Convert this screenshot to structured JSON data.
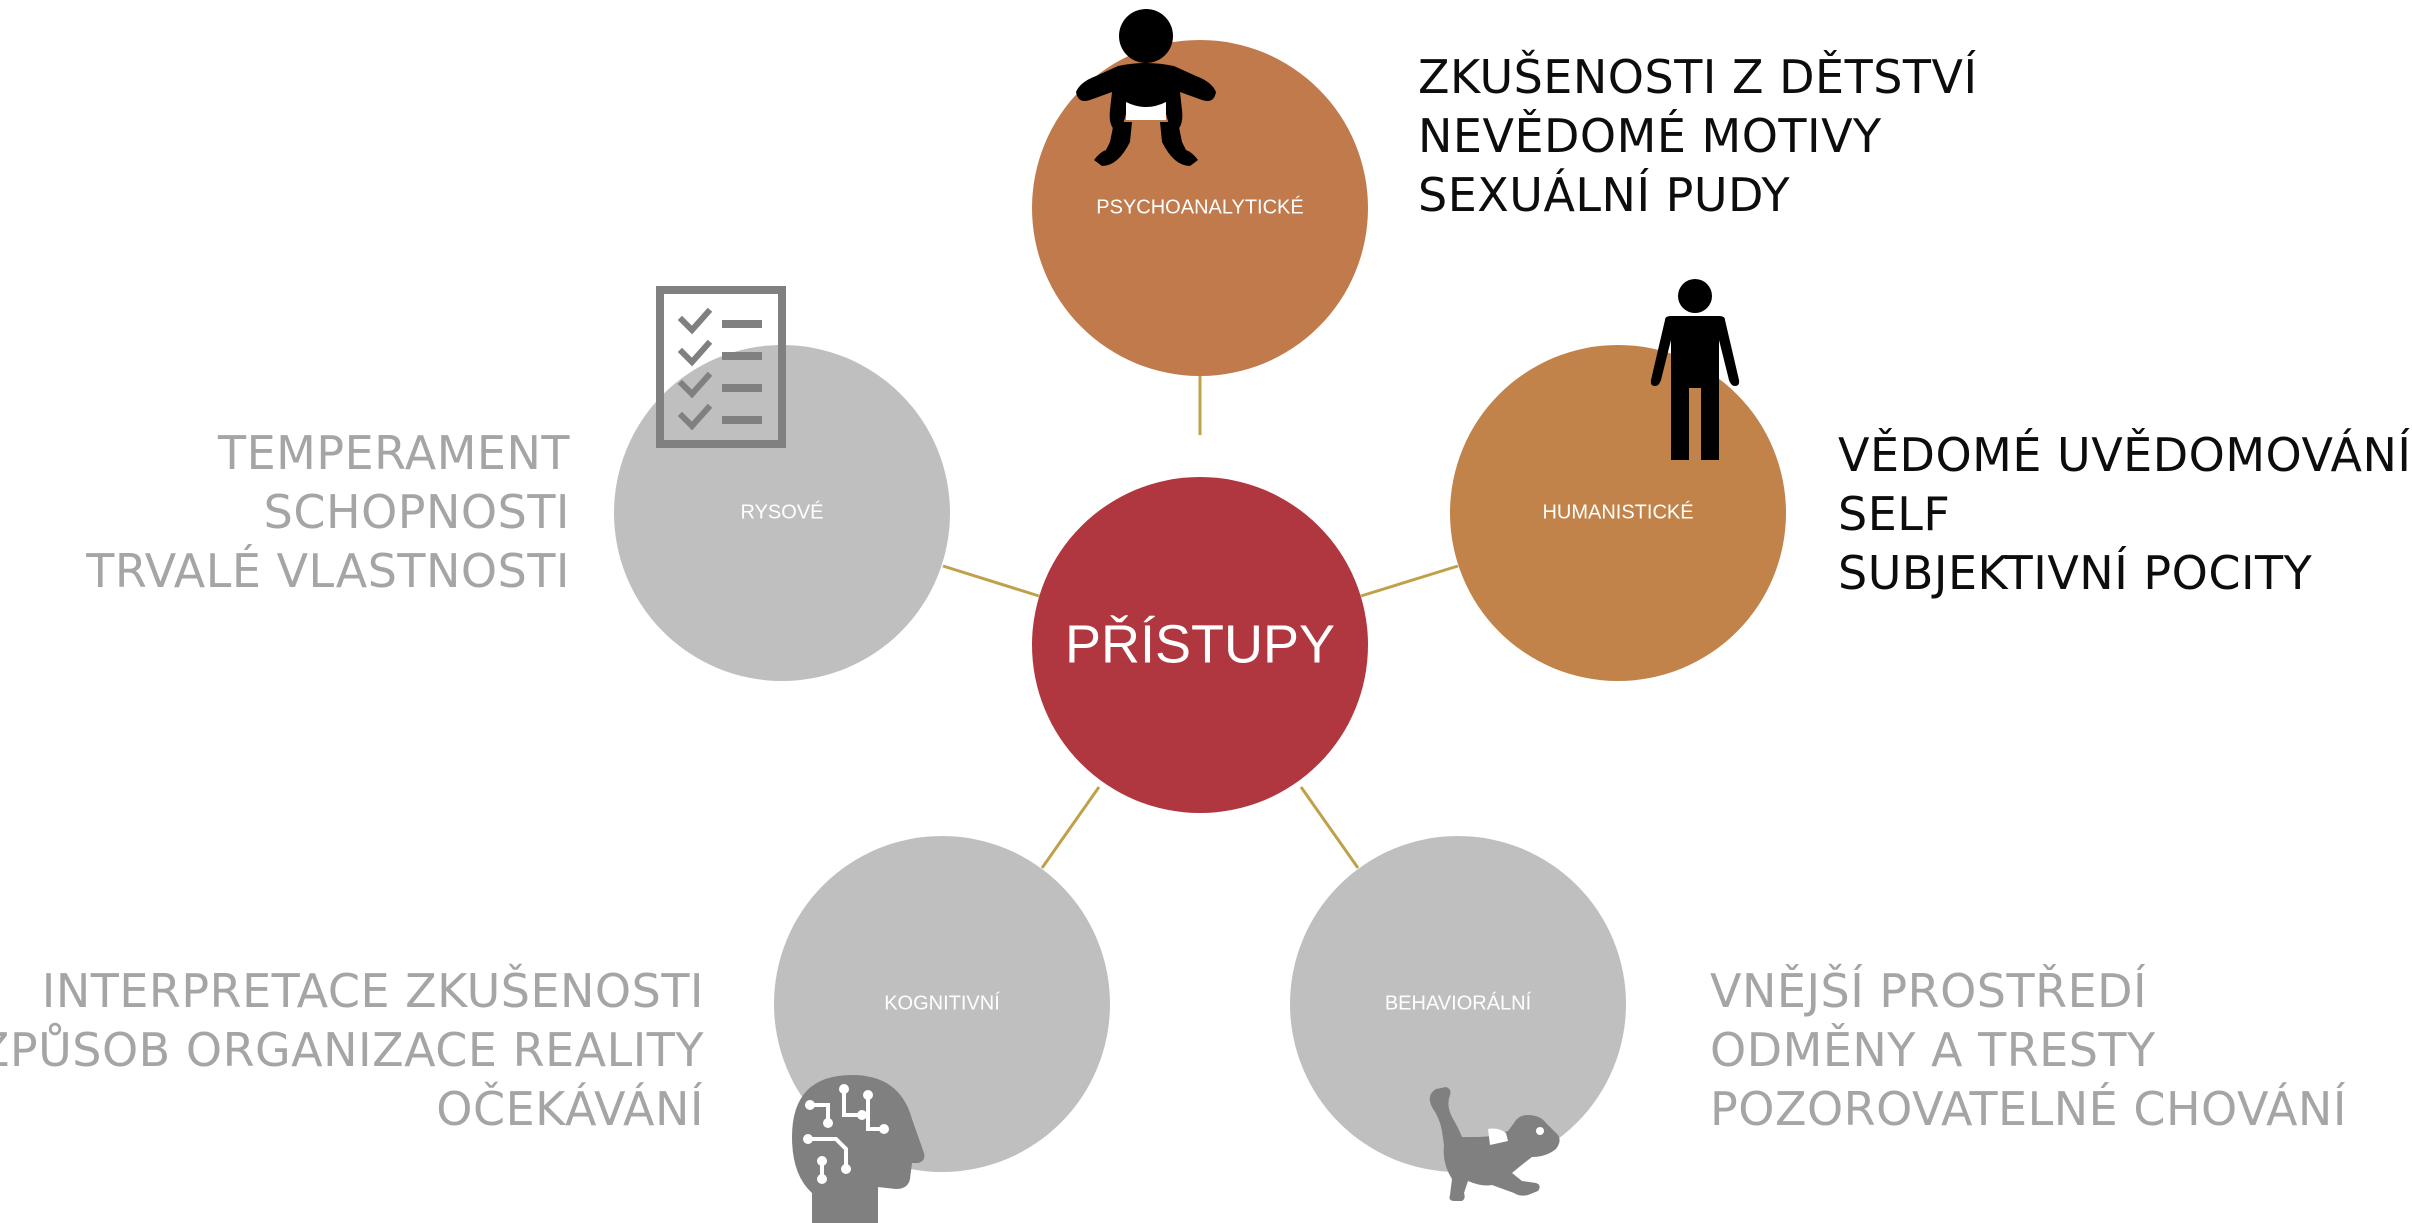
{
  "center": {
    "label": "PŘÍSTUPY",
    "color": "#b0373f"
  },
  "connector_color": "#bfa14a",
  "nodes": {
    "psychoanalytic": {
      "label": "PSYCHOANALYTICKÉ",
      "color": "#c17a4c",
      "icon": "baby-icon",
      "description": [
        "ZKUŠENOSTI Z DĚTSTVÍ",
        "NEVĚDOMÉ MOTIVY",
        "SEXUÁLNÍ PUDY"
      ]
    },
    "humanistic": {
      "label": "HUMANISTICKÉ",
      "color": "#c1834a",
      "icon": "person-icon",
      "description": [
        "VĚDOMÉ UVĚDOMOVÁNÍ",
        "SELF",
        "SUBJEKTIVNÍ POCITY"
      ]
    },
    "behavioral": {
      "label": "BEHAVIORÁLNÍ",
      "color": "#bfbfbf",
      "icon": "dog-icon",
      "description": [
        "VNĚJŠÍ PROSTŘEDÍ",
        "ODMĚNY A TRESTY",
        "POZOROVATELNÉ CHOVÁNÍ"
      ]
    },
    "cognitive": {
      "label": "KOGNITIVNÍ",
      "color": "#bfbfbf",
      "icon": "brain-circuit-icon",
      "description": [
        "INTERPRETACE ZKUŠENOSTI",
        "ZPŮSOB ORGANIZACE REALITY",
        "OČEKÁVÁNÍ"
      ]
    },
    "trait": {
      "label": "RYSOVÉ",
      "color": "#bfbfbf",
      "icon": "checklist-icon",
      "description": [
        "TEMPERAMENT",
        "SCHOPNOSTI",
        "TRVALÉ VLASTNOSTI"
      ]
    }
  }
}
